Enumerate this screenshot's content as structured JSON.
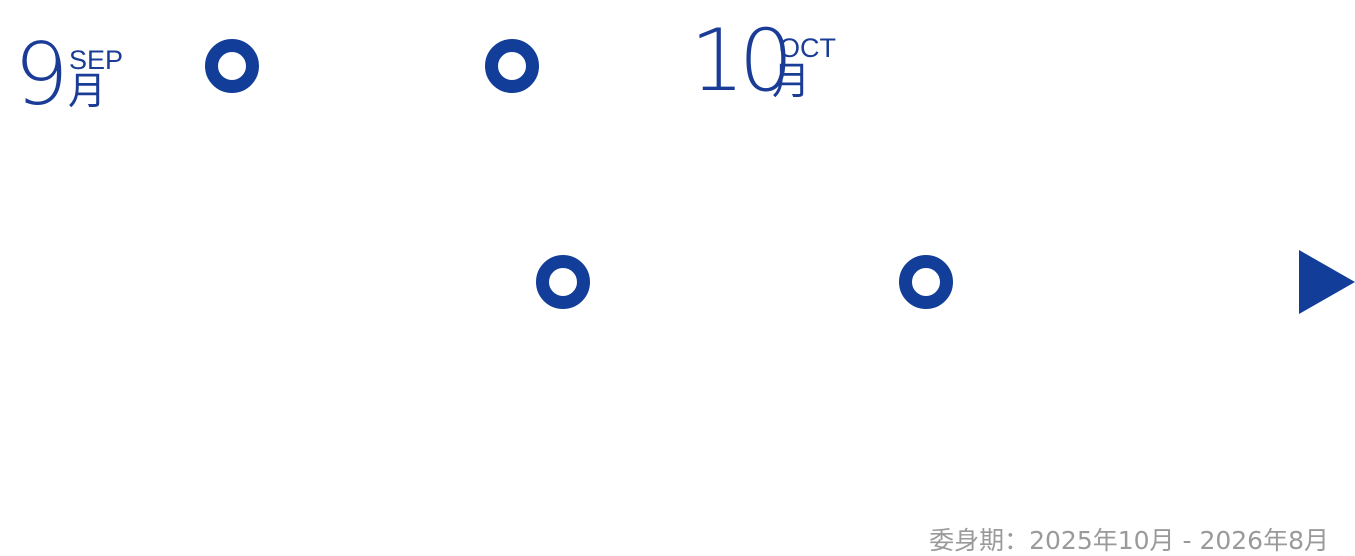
{
  "timeline": {
    "months": [
      {
        "number": "9",
        "abbr": "SEP",
        "suffix": "月"
      },
      {
        "number": "10",
        "abbr": "OCT",
        "suffix": "月"
      }
    ],
    "markers": [
      "ring",
      "ring",
      "ring",
      "ring"
    ],
    "next_icon": "play-triangle-icon"
  },
  "footer": {
    "term_text": "委身期：2025年10月 - 2026年8月"
  },
  "colors": {
    "accent": "#123d98",
    "muted_text": "#9a9a9a",
    "background": "#ffffff"
  }
}
